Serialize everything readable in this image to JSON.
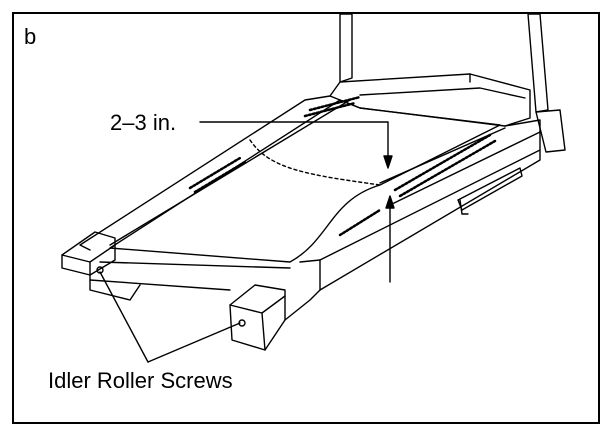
{
  "figure": {
    "panel_label": "b",
    "measurement_label": "2–3 in.",
    "callout_label": "Idler Roller Screws"
  }
}
